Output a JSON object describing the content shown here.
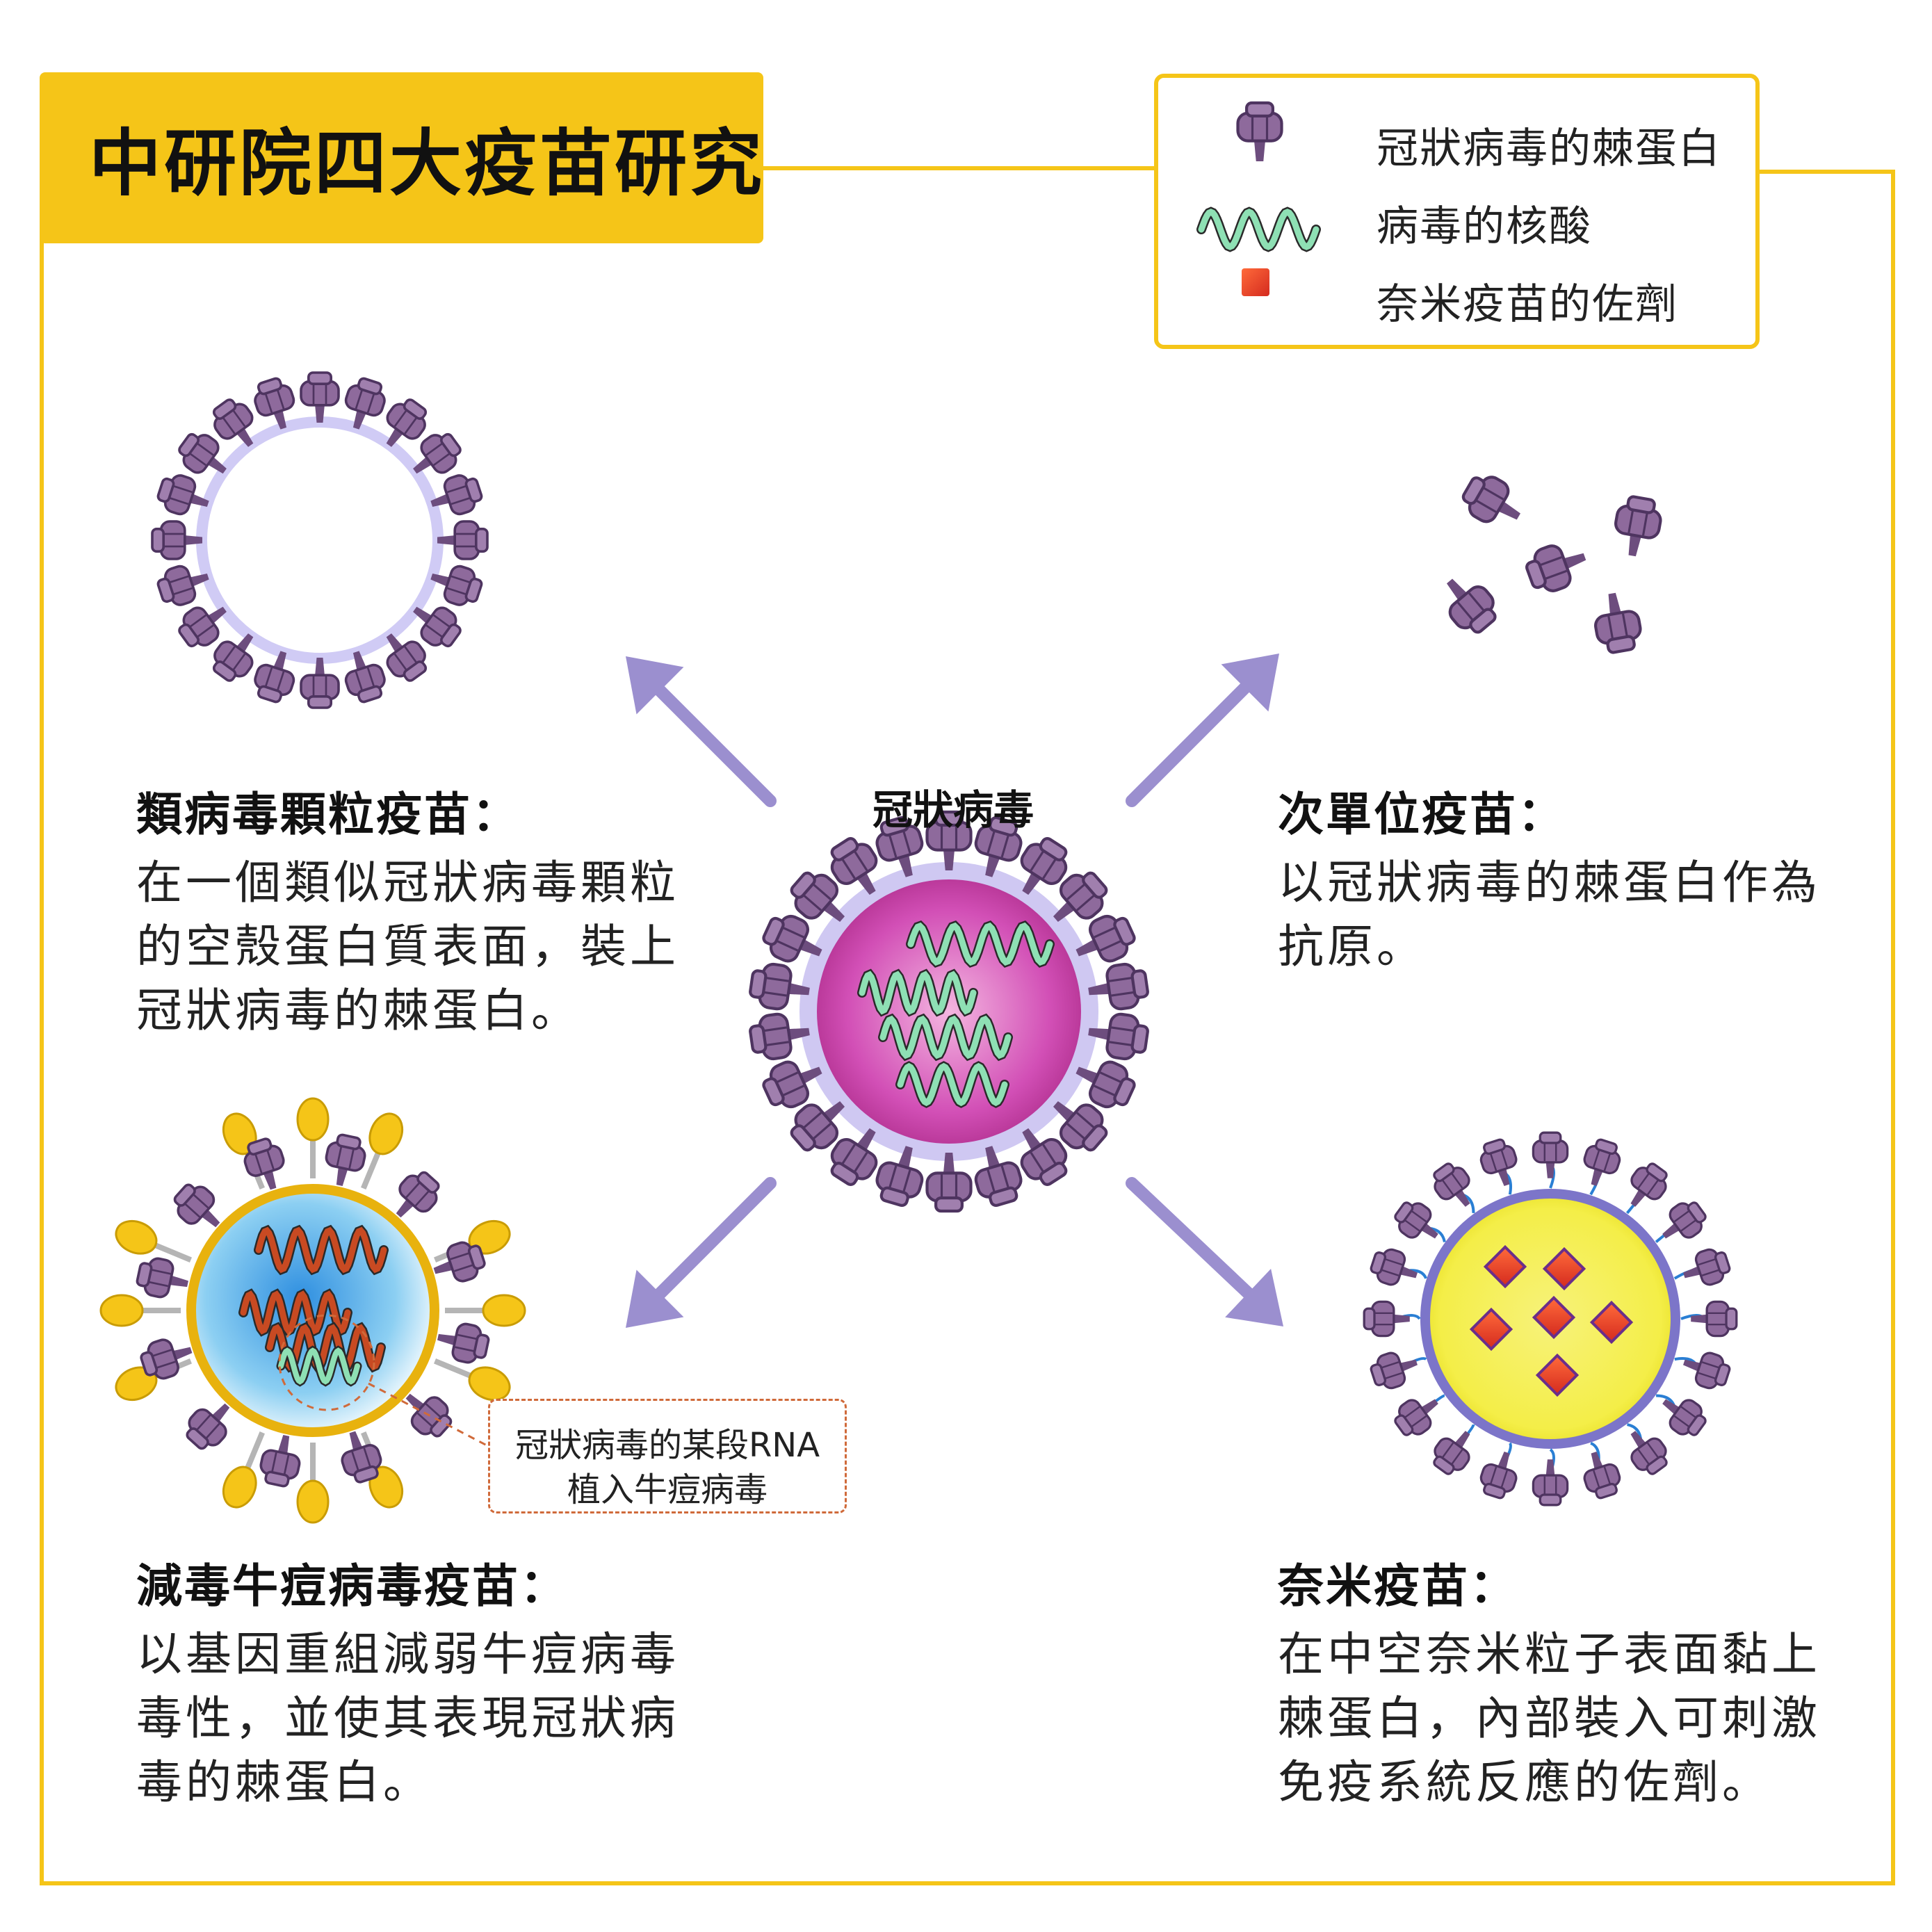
{
  "title": "中研院四大疫苗研究",
  "legend": {
    "items": [
      {
        "icon": "spike-protein-icon",
        "label": "冠狀病毒的棘蛋白"
      },
      {
        "icon": "nucleic-acid-icon",
        "label": "病毒的核酸"
      },
      {
        "icon": "adjuvant-icon",
        "label": "奈米疫苗的佐劑"
      }
    ]
  },
  "center": {
    "label": "冠狀病毒"
  },
  "vaccines": {
    "vlp": {
      "heading": "類病毒顆粒疫苗：",
      "lines": [
        "在一個類似冠狀病毒顆粒",
        "的空殼蛋白質表面，裝上",
        "冠狀病毒的棘蛋白。"
      ]
    },
    "subunit": {
      "heading": "次單位疫苗：",
      "lines": [
        "以冠狀病毒的棘蛋白作為",
        "抗原。"
      ]
    },
    "vaccinia": {
      "heading": "減毒牛痘病毒疫苗：",
      "lines": [
        "以基因重組減弱牛痘病毒",
        "毒性，並使其表現冠狀病",
        "毒的棘蛋白。"
      ],
      "callout": [
        "冠狀病毒的某段RNA",
        "植入牛痘病毒"
      ]
    },
    "nano": {
      "heading": "奈米疫苗：",
      "lines": [
        "在中空奈米粒子表面黏上",
        "棘蛋白，內部裝入可刺激",
        "免疫系統反應的佐劑。"
      ]
    }
  },
  "colors": {
    "frame": "#f5c518",
    "spike": "#8e6a9c",
    "arrow": "#9b8fcf",
    "virus_core": "#c93ea8",
    "rna_green": "#8ee0b4",
    "rna_red": "#c84a22",
    "adjuvant": "#e8442a",
    "nano_core": "#f2f046",
    "nano_shell": "#7c75c9",
    "vaccinia_core": "#5ab4e8"
  }
}
